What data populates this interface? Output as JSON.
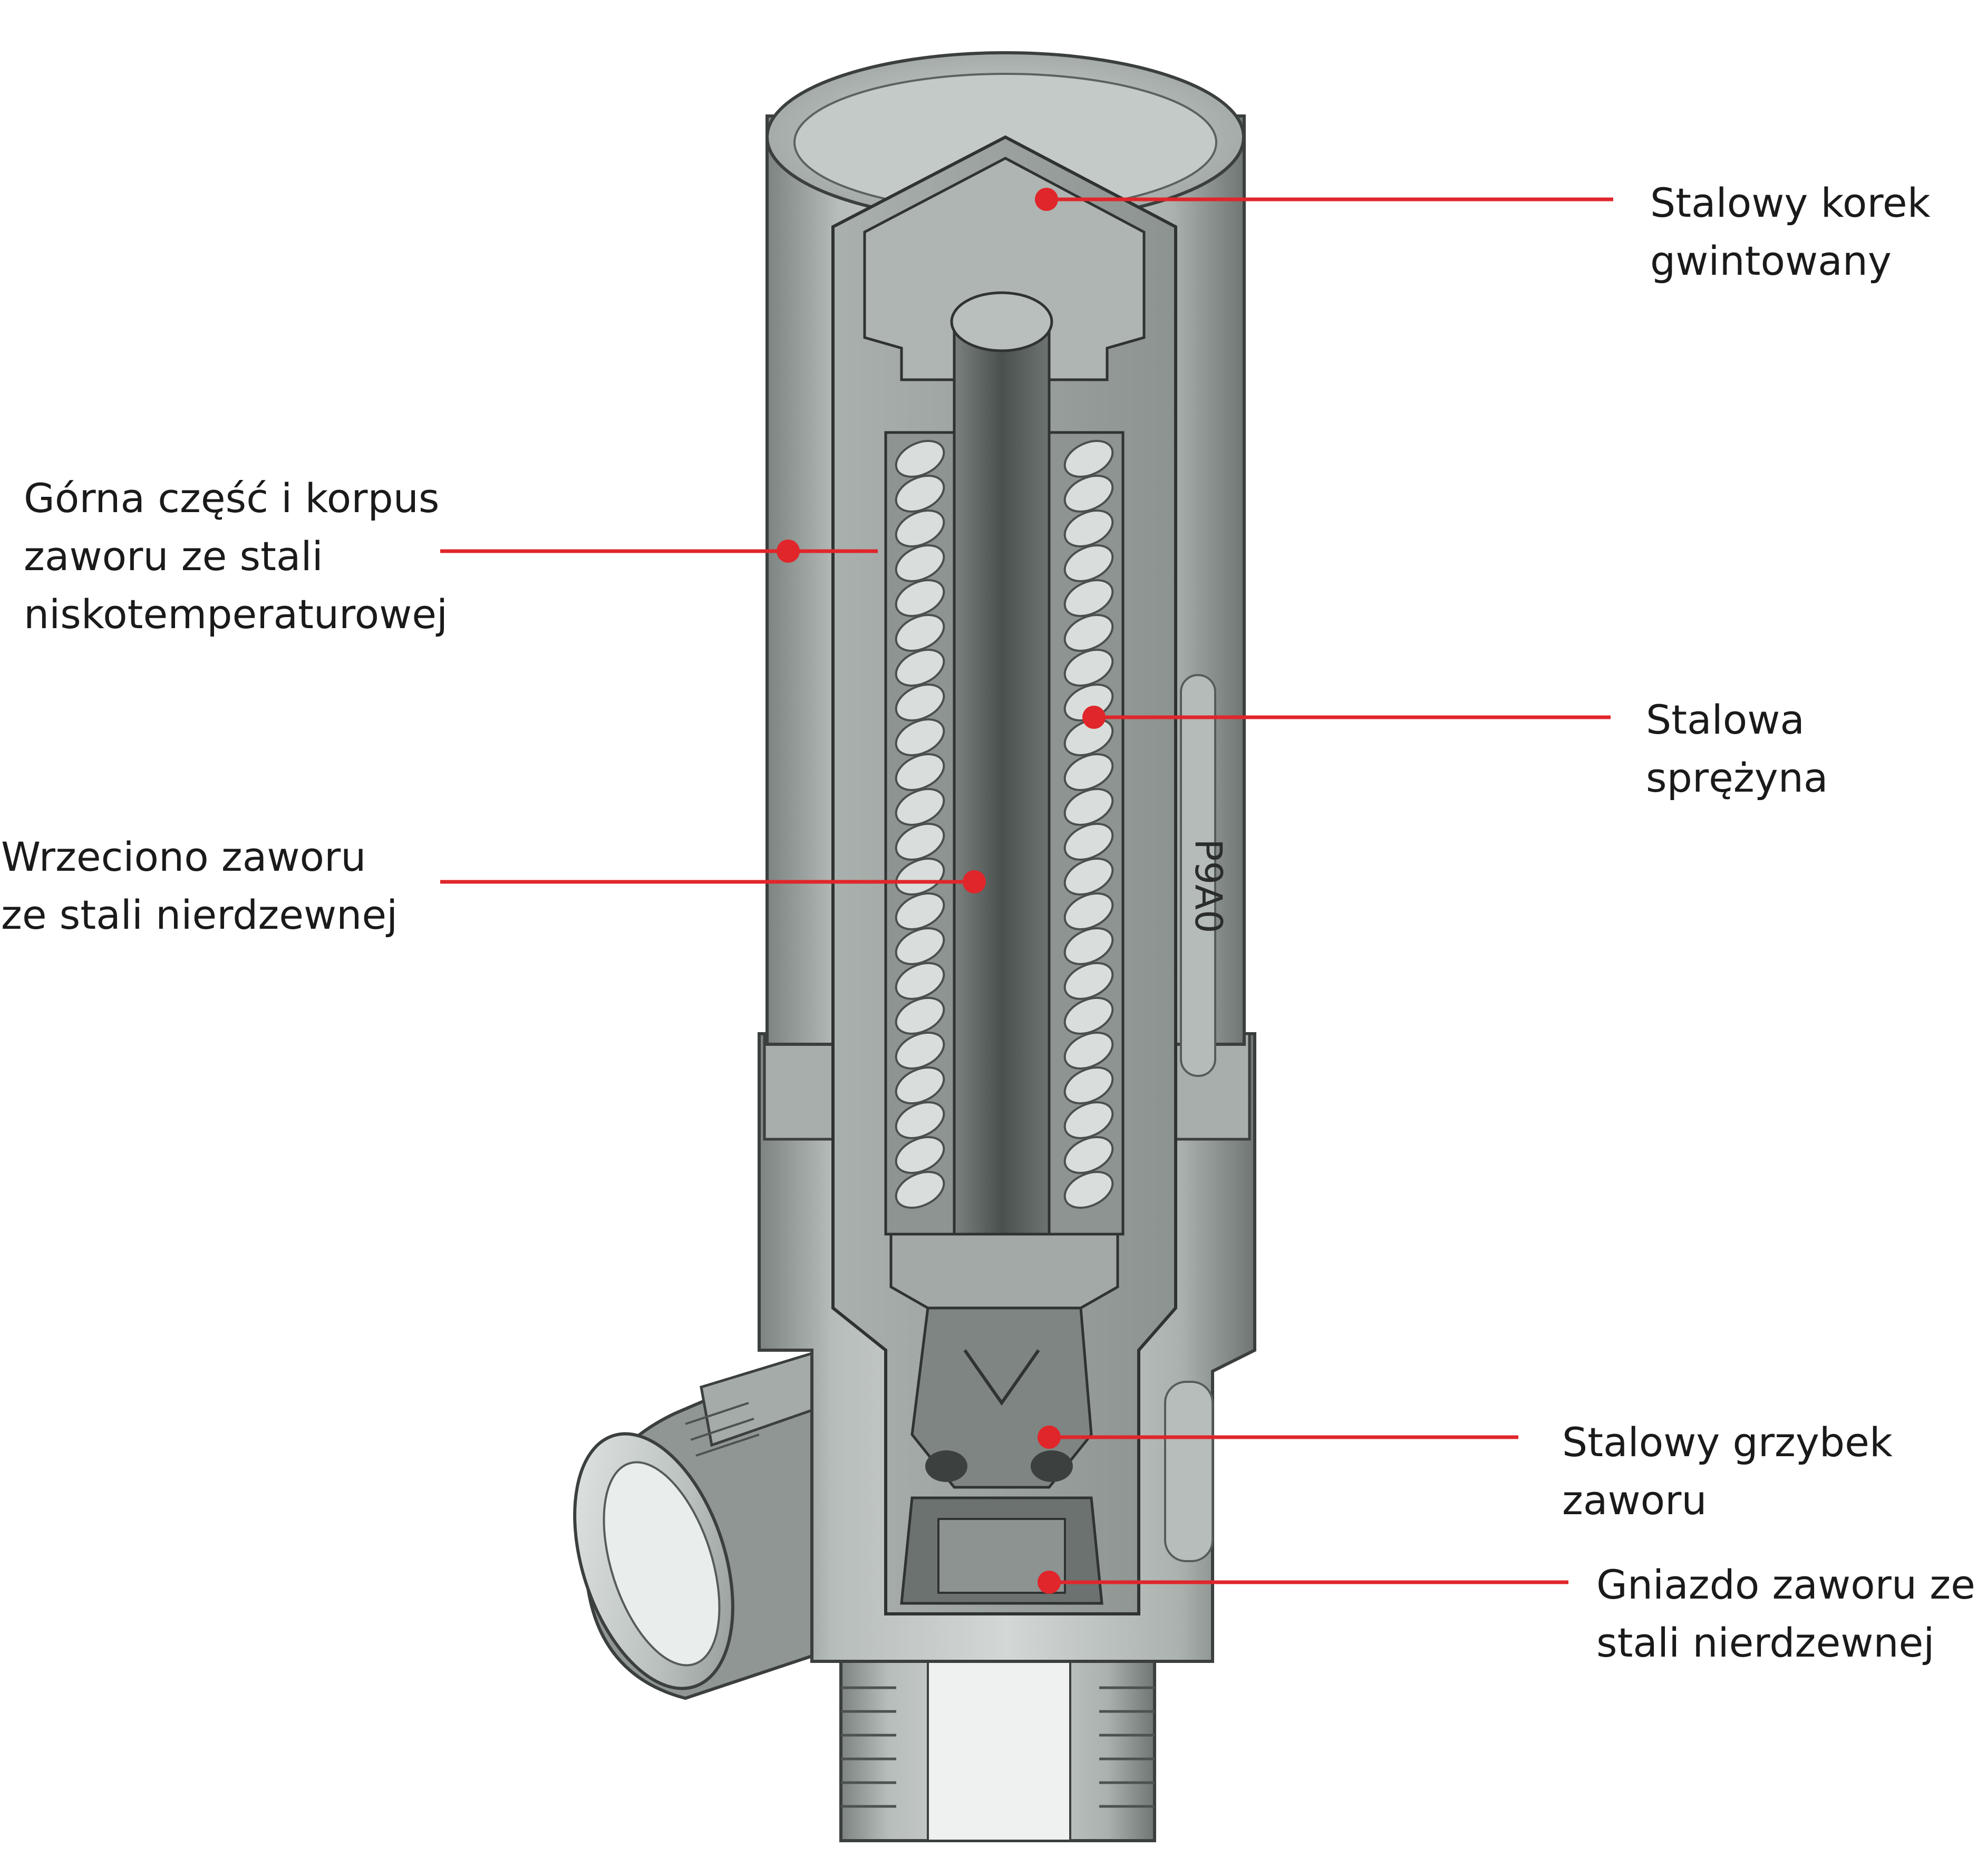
{
  "colors": {
    "leader_line": "#e0262b",
    "marker": "#e0262b",
    "label_text": "#1a1a1a",
    "metal_light": "#c6ccc9",
    "metal_mid": "#9ea5a2",
    "metal_dark": "#5d6462",
    "spring": "#d9dedc",
    "stem": "#545a58"
  },
  "engraving": "P9A0",
  "labels": {
    "plug": {
      "lines": [
        "Stalowy korek",
        "gwintowany"
      ]
    },
    "body": {
      "lines": [
        "Górna część i korpus",
        "zaworu ze stali",
        "niskotemperaturowej"
      ]
    },
    "spring": {
      "lines": [
        "Stalowa",
        "sprężyna"
      ]
    },
    "stem": {
      "lines": [
        "Wrzeciono zaworu",
        "ze stali nierdzewnej"
      ]
    },
    "disc": {
      "lines": [
        "Stalowy grzybek",
        "zaworu"
      ]
    },
    "seat": {
      "lines": [
        "Gniazdo zaworu ze",
        "stali nierdzewnej"
      ]
    }
  }
}
